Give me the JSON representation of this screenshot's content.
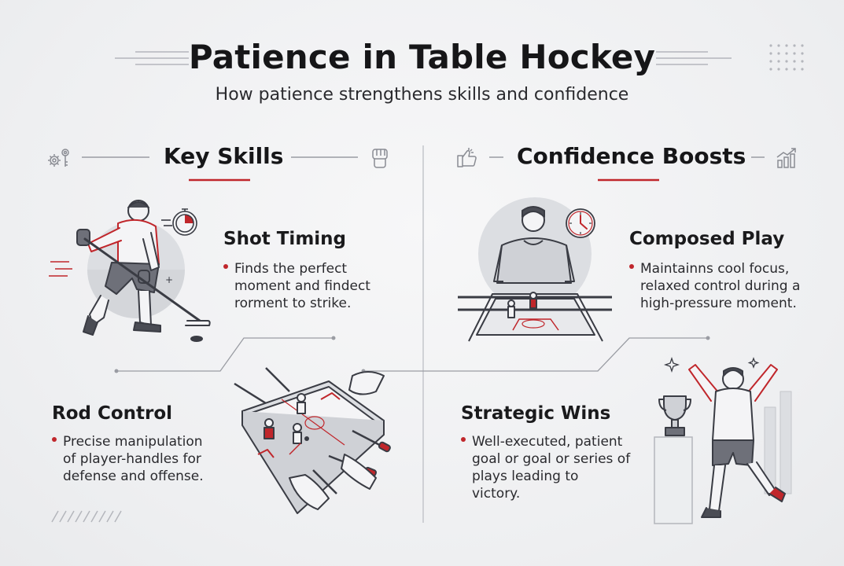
{
  "header": {
    "title": "Patience in Table Hockey",
    "subtitle": "How patience strengthens skills and confidence"
  },
  "left_section": {
    "heading": "Key Skills",
    "cards": [
      {
        "title": "Shot Timing",
        "lines": [
          "Finds the perfect",
          "moment and findect",
          "rorment to strike."
        ]
      },
      {
        "title": "Rod Control",
        "lines": [
          "Precise manipulation",
          "of player-handles for",
          "defense and offense."
        ]
      }
    ]
  },
  "right_section": {
    "heading": "Confidence Boosts",
    "cards": [
      {
        "title": "Composed Play",
        "lines": [
          "Maintainns cool focus,",
          "relaxed control during a",
          "high-pressure moment."
        ]
      },
      {
        "title": "Strategic Wins",
        "lines": [
          "Well-executed, patient",
          "goal or goal or series of",
          "plays leading to",
          "victory."
        ]
      }
    ]
  },
  "icons": {
    "left_head_left": "gears-icon",
    "left_head_right": "raised-fist-icon",
    "right_head_left": "thumbs-up-icon",
    "right_head_right": "bar-chart-rising-icon",
    "shot_timing_illustration": "hockey-player-icon",
    "shot_timing_badge": "stopwatch-icon",
    "rod_control_illustration": "table-hockey-board-icon",
    "composed_play_illustration": "focused-player-icon",
    "composed_play_badge": "clock-icon",
    "strategic_wins_illustration": "celebrating-player-icon",
    "trophy": "trophy-icon"
  },
  "colors": {
    "accent_red": "#c0262b",
    "text_dark": "#161618",
    "line_gray": "#9a9ca3",
    "stroke": "#3a3c44"
  }
}
